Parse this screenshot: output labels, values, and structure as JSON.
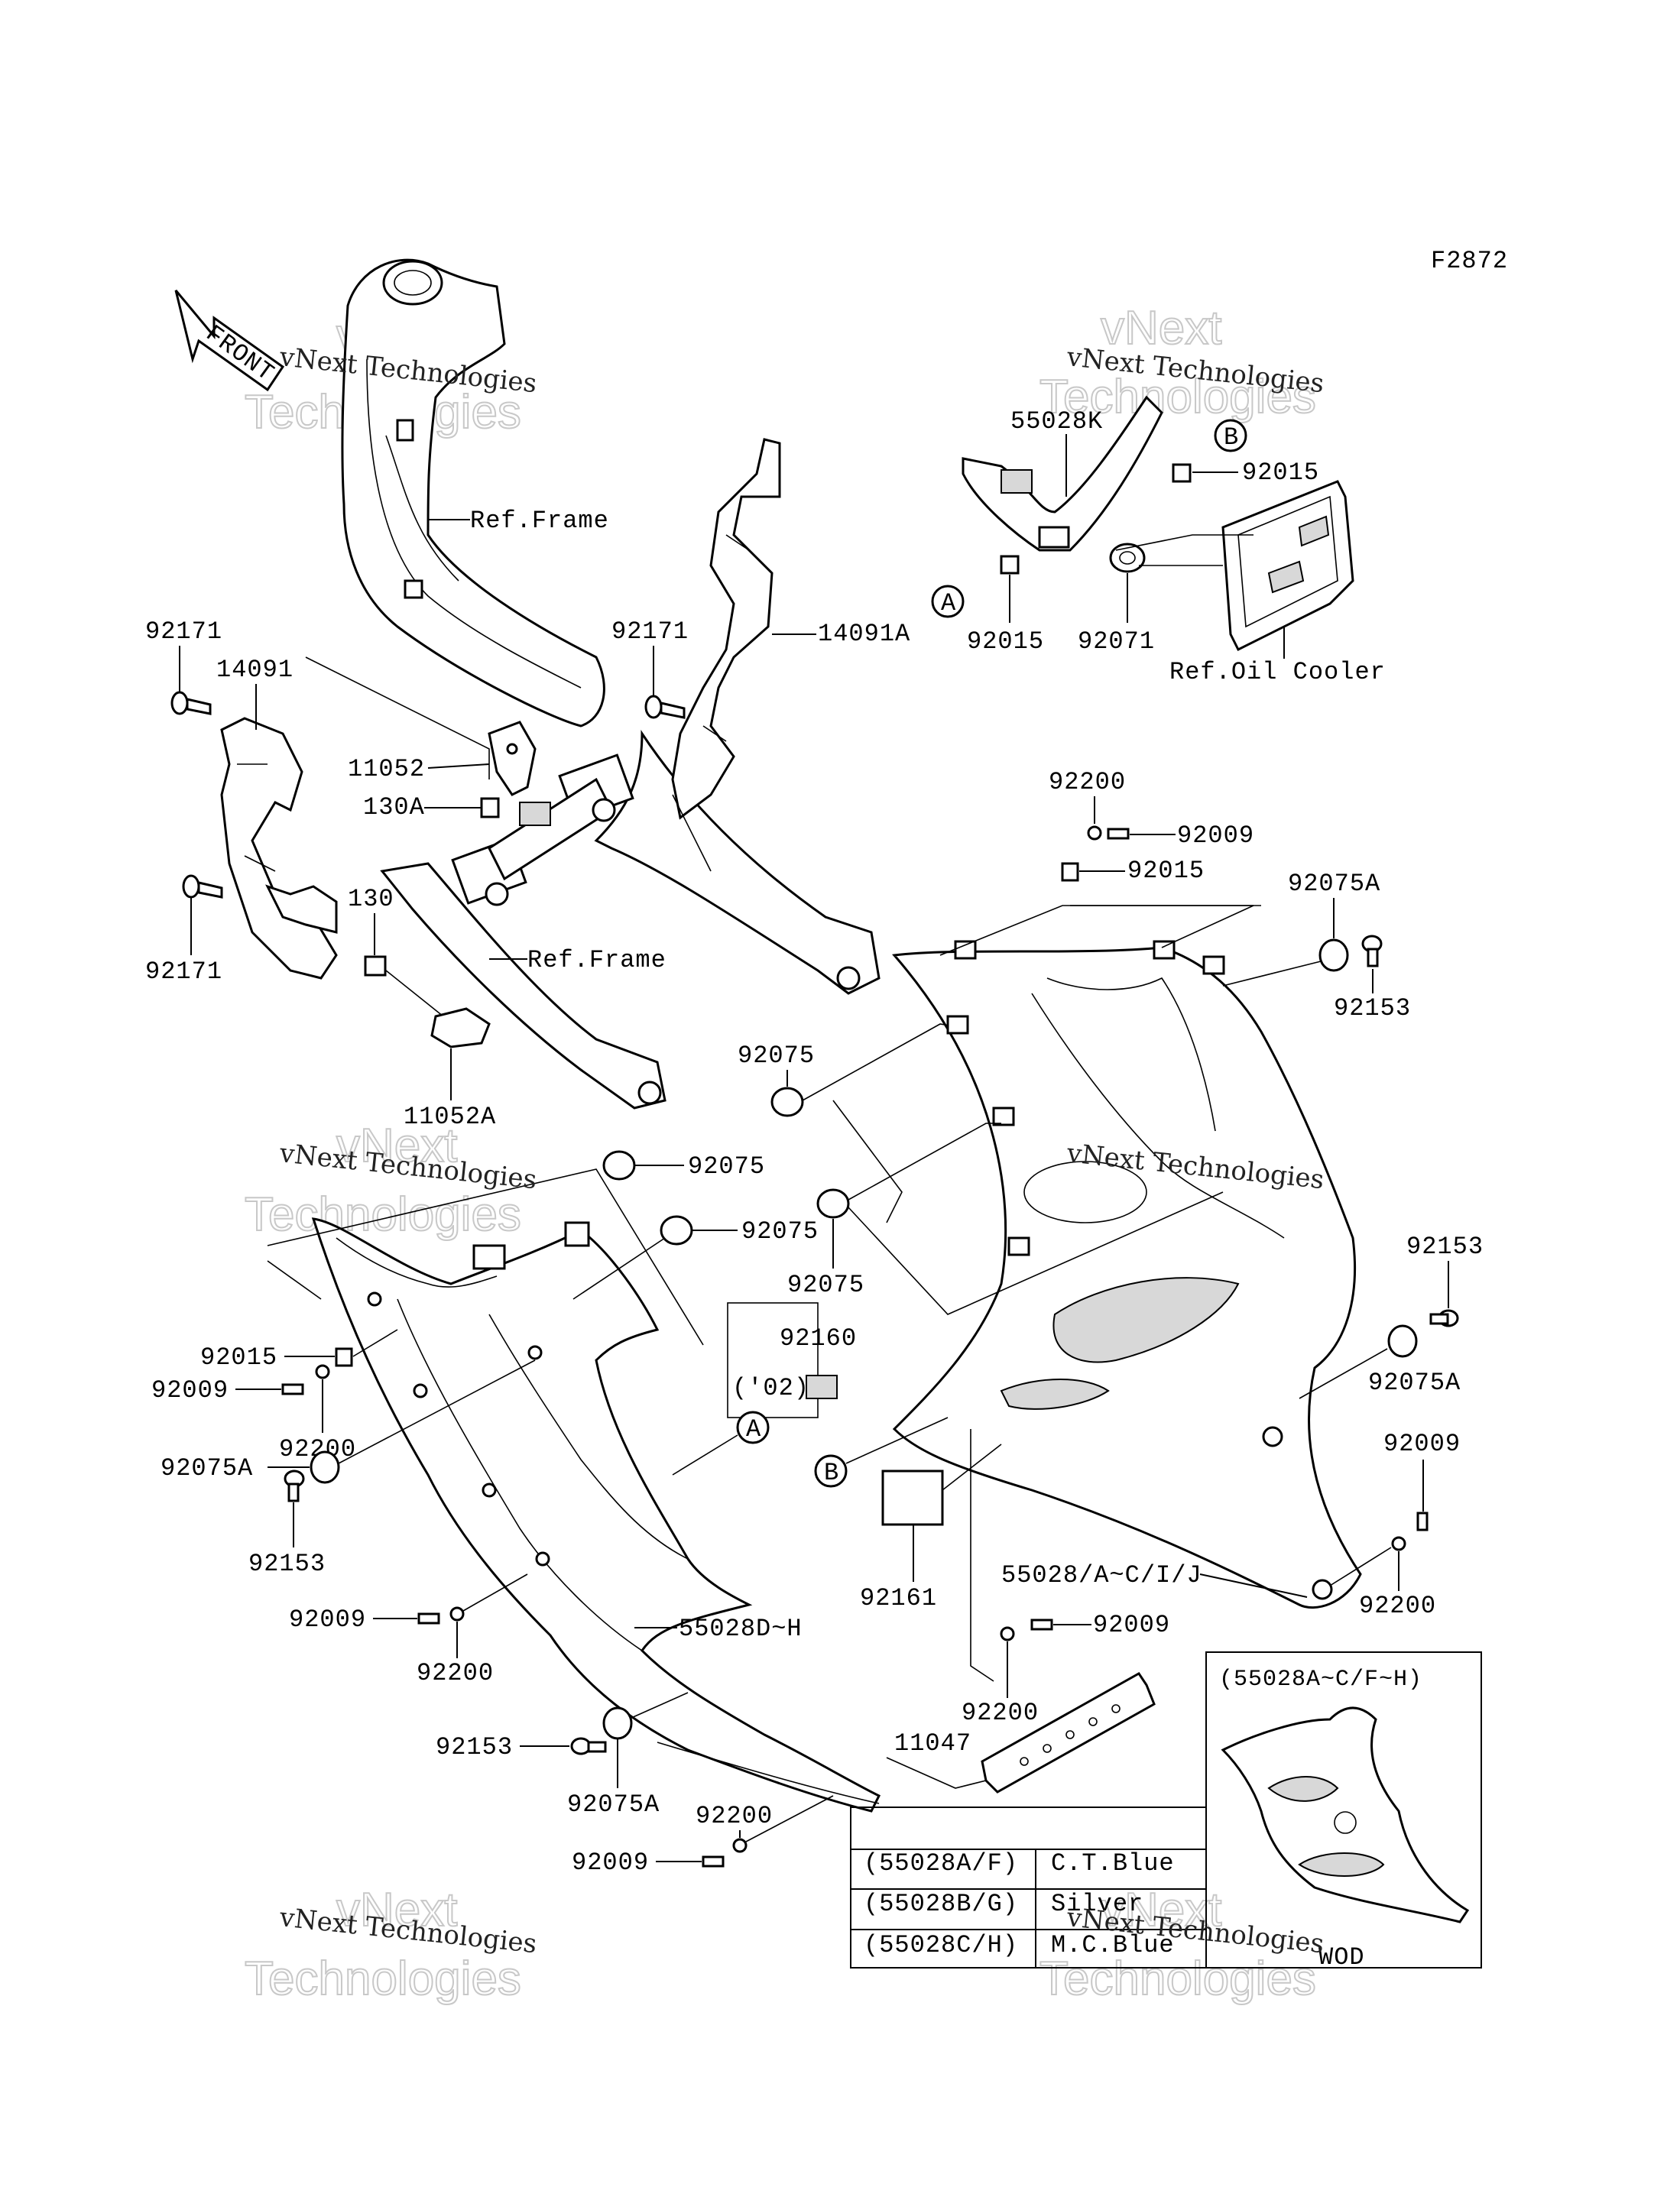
{
  "figure_code": "F2872",
  "front_label": "FRONT",
  "watermark": {
    "small": "vNext Technologies",
    "big_line1": "vNext",
    "big_line2": "Technologies"
  },
  "refs": {
    "frame_upper": "Ref.Frame",
    "frame_lower": "Ref.Frame",
    "oil_cooler": "Ref.Oil Cooler"
  },
  "callouts": {
    "a": "A",
    "b": "B"
  },
  "parts": {
    "p55028K": "55028K",
    "p92015_b": "92015",
    "p92015_a": "92015",
    "p92071": "92071",
    "p92171_l_top": "92171",
    "p14091": "14091",
    "p11052": "11052",
    "p130A": "130A",
    "p130": "130",
    "p92171_l_bot": "92171",
    "p11052A": "11052A",
    "p92171_mid": "92171",
    "p14091A": "14091A",
    "p92200_top": "92200",
    "p92009_top": "92009",
    "p92015_top": "92015",
    "p92075A_top": "92075A",
    "p92153_top": "92153",
    "p92075_mid": "92075",
    "p92075_l1": "92075",
    "p92075_l2": "92075",
    "p92075_c": "92075",
    "p92160": "92160",
    "p02": "('02)",
    "p92015_l": "92015",
    "p92009_l": "92009",
    "p92200_l": "92200",
    "p92075A_l": "92075A",
    "p92153_l": "92153",
    "p92161": "92161",
    "p92153_r": "92153",
    "p92075A_r": "92075A",
    "p92009_r": "92009",
    "p55028_main": "55028/A~C/I/J",
    "p92200_r": "92200",
    "p92009_b1": "92009",
    "p92200_b1": "92200",
    "p55028DH": "55028D~H",
    "p92009_b2": "92009",
    "p92200_b2": "92200",
    "p92153_b": "92153",
    "p92075A_b": "92075A",
    "p92200_b3": "92200",
    "p92009_b3": "92009",
    "p11047": "11047"
  },
  "color_table": {
    "rows": [
      {
        "code": "(55028A/F)",
        "color": "C.T.Blue"
      },
      {
        "code": "(55028B/G)",
        "color": "Silver"
      },
      {
        "code": "(55028C/H)",
        "color": "M.C.Blue"
      }
    ]
  },
  "inset": {
    "title": "(55028A~C/F~H)",
    "note": "WOD"
  }
}
